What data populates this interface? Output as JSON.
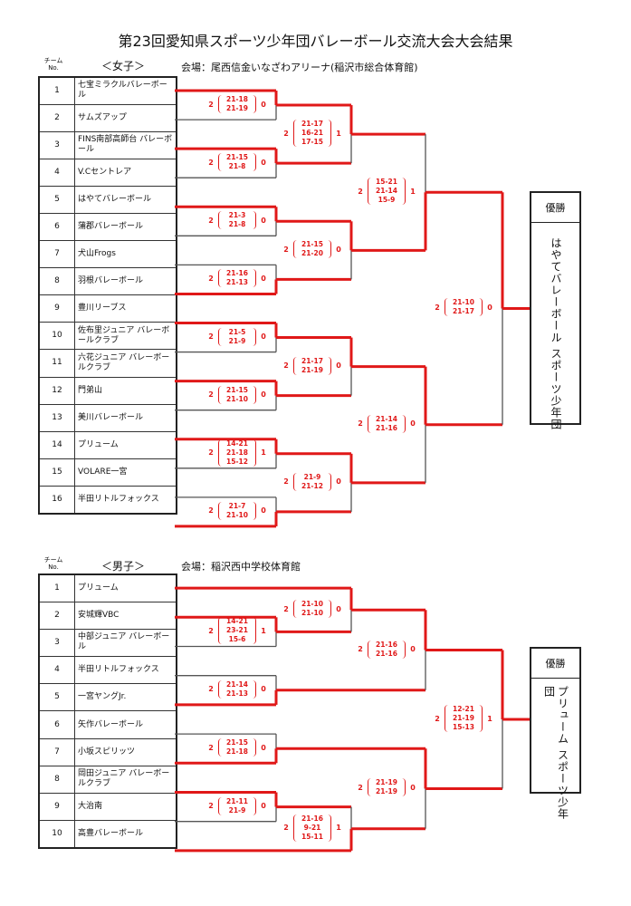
{
  "title": "第23回愛知県スポーツ少年団バレーボール交流大会大会結果",
  "team_no_header": "チーム No.",
  "champion_label": "優勝",
  "girls": {
    "division": "＜女子＞",
    "venue": "会場：尾西信金いなざわアリーナ(稲沢市総合体育館)",
    "teams": [
      {
        "no": "1",
        "name": "七宝ミラクルバレーボール"
      },
      {
        "no": "2",
        "name": "サムズアップ"
      },
      {
        "no": "3",
        "name": "FINS南部高師台 バレーボール"
      },
      {
        "no": "4",
        "name": "V.Cセントレア"
      },
      {
        "no": "5",
        "name": "はやてバレーボール"
      },
      {
        "no": "6",
        "name": "蒲郡バレーボール"
      },
      {
        "no": "7",
        "name": "犬山Frogs"
      },
      {
        "no": "8",
        "name": "羽根バレーボール"
      },
      {
        "no": "9",
        "name": "豊川リーブス"
      },
      {
        "no": "10",
        "name": "佐布里ジュニア バレーボールクラブ"
      },
      {
        "no": "11",
        "name": "六花ジュニア バレーボールクラブ"
      },
      {
        "no": "12",
        "name": "門弟山"
      },
      {
        "no": "13",
        "name": "美川バレーボール"
      },
      {
        "no": "14",
        "name": "プリューム"
      },
      {
        "no": "15",
        "name": "VOLARE一宮"
      },
      {
        "no": "16",
        "name": "半田リトルフォックス"
      }
    ],
    "matches": [
      {
        "w": "2",
        "sets": [
          "21-18",
          "21-19"
        ],
        "l": "0"
      },
      {
        "w": "2",
        "sets": [
          "21-15",
          "21-8"
        ],
        "l": "0"
      },
      {
        "w": "2",
        "sets": [
          "21-3",
          "21-8"
        ],
        "l": "0"
      },
      {
        "w": "2",
        "sets": [
          "21-16",
          "21-13"
        ],
        "l": "0"
      },
      {
        "w": "2",
        "sets": [
          "21-5",
          "21-9"
        ],
        "l": "0"
      },
      {
        "w": "2",
        "sets": [
          "21-15",
          "21-10"
        ],
        "l": "0"
      },
      {
        "w": "2",
        "sets": [
          "14-21",
          "21-18",
          "15-12"
        ],
        "l": "1"
      },
      {
        "w": "2",
        "sets": [
          "21-7",
          "21-10"
        ],
        "l": "0"
      },
      {
        "w": "2",
        "sets": [
          "21-17",
          "16-21",
          "17-15"
        ],
        "l": "1"
      },
      {
        "w": "2",
        "sets": [
          "21-15",
          "21-20"
        ],
        "l": "0"
      },
      {
        "w": "2",
        "sets": [
          "21-17",
          "21-19"
        ],
        "l": "0"
      },
      {
        "w": "2",
        "sets": [
          "21-9",
          "21-12"
        ],
        "l": "0"
      },
      {
        "w": "2",
        "sets": [
          "15-21",
          "21-14",
          "15-9"
        ],
        "l": "1"
      },
      {
        "w": "2",
        "sets": [
          "21-14",
          "21-16"
        ],
        "l": "0"
      },
      {
        "w": "2",
        "sets": [
          "21-10",
          "21-17"
        ],
        "l": "0"
      }
    ],
    "champion": "はやてバレーボール スポーツ少年団"
  },
  "boys": {
    "division": "＜男子＞",
    "venue": "会場：稲沢西中学校体育館",
    "teams": [
      {
        "no": "1",
        "name": "プリューム"
      },
      {
        "no": "2",
        "name": "安城輝VBC"
      },
      {
        "no": "3",
        "name": "中部ジュニア バレーボール"
      },
      {
        "no": "4",
        "name": "半田リトルフォックス"
      },
      {
        "no": "5",
        "name": "一宮ヤングJr."
      },
      {
        "no": "6",
        "name": "矢作バレーボール"
      },
      {
        "no": "7",
        "name": "小坂スピリッツ"
      },
      {
        "no": "8",
        "name": "岡田ジュニア バレーボールクラブ"
      },
      {
        "no": "9",
        "name": "大治南"
      },
      {
        "no": "10",
        "name": "高豊バレーボール"
      }
    ],
    "matches": [
      {
        "w": "2",
        "sets": [
          "14-21",
          "23-21",
          "15-6"
        ],
        "l": "1"
      },
      {
        "w": "2",
        "sets": [
          "21-14",
          "21-13"
        ],
        "l": "0"
      },
      {
        "w": "2",
        "sets": [
          "21-15",
          "21-18"
        ],
        "l": "0"
      },
      {
        "w": "2",
        "sets": [
          "21-11",
          "21-9"
        ],
        "l": "0"
      },
      {
        "w": "2",
        "sets": [
          "21-10",
          "21-10"
        ],
        "l": "0"
      },
      {
        "w": "2",
        "sets": [
          "21-16",
          "9-21",
          "15-11"
        ],
        "l": "1"
      },
      {
        "w": "2",
        "sets": [
          "21-16",
          "21-16"
        ],
        "l": "0"
      },
      {
        "w": "2",
        "sets": [
          "21-19",
          "21-19"
        ],
        "l": "0"
      },
      {
        "w": "2",
        "sets": [
          "12-21",
          "21-19",
          "15-13"
        ],
        "l": "1"
      }
    ],
    "champion": "プリューム スポーツ少年団"
  },
  "colors": {
    "winner_line": "#e01818",
    "loser_line": "#555555"
  }
}
